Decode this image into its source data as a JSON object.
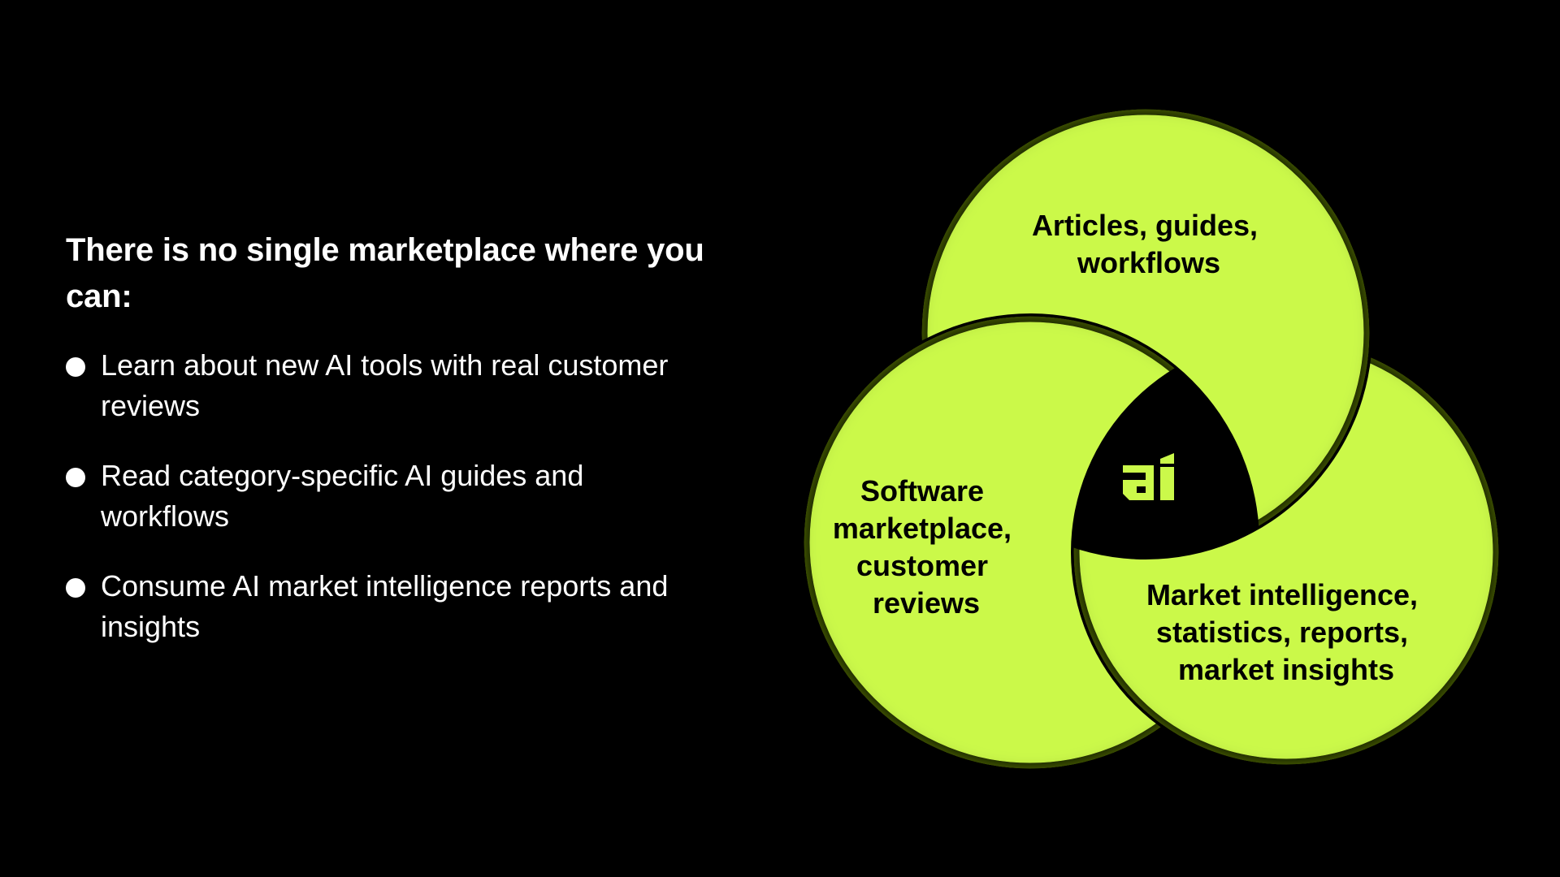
{
  "heading": {
    "line": "There is no single marketplace where you can:"
  },
  "bullets": [
    {
      "text": "Learn about new AI tools with real customer reviews"
    },
    {
      "text": "Read category-specific AI guides and workflows"
    },
    {
      "text": "Consume AI market intelligence reports and insights"
    }
  ],
  "venn": {
    "fill_color": "#CBF94A",
    "outline_color": "#000000",
    "circles": [
      {
        "id": "top",
        "lines": [
          "Articles, guides,",
          "workflows"
        ]
      },
      {
        "id": "left",
        "lines": [
          "Software",
          "marketplace,",
          "customer",
          "reviews"
        ]
      },
      {
        "id": "right",
        "lines": [
          "Market intelligence,",
          "statistics, reports,",
          "market insights"
        ]
      }
    ],
    "center_logo": "ai"
  }
}
